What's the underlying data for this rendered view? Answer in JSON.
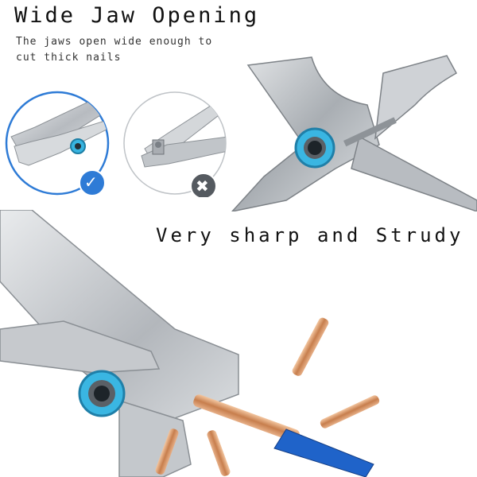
{
  "top": {
    "title": "Wide Jaw Opening",
    "subtitle_lines": [
      "The jaws open wide enough to",
      "cut thick nails"
    ]
  },
  "bottom": {
    "caption": "Very sharp and Strudy"
  },
  "comparison": {
    "good_icon": "checkmark-icon",
    "bad_icon": "x-icon"
  },
  "colors": {
    "steel": "#c9cccf",
    "accent_blue": "#2e7bd6",
    "ring_cyan": "#38b4e0",
    "badge_gray": "#555a60",
    "copper": "#d08c5a",
    "wire_blue": "#1f63c9"
  }
}
